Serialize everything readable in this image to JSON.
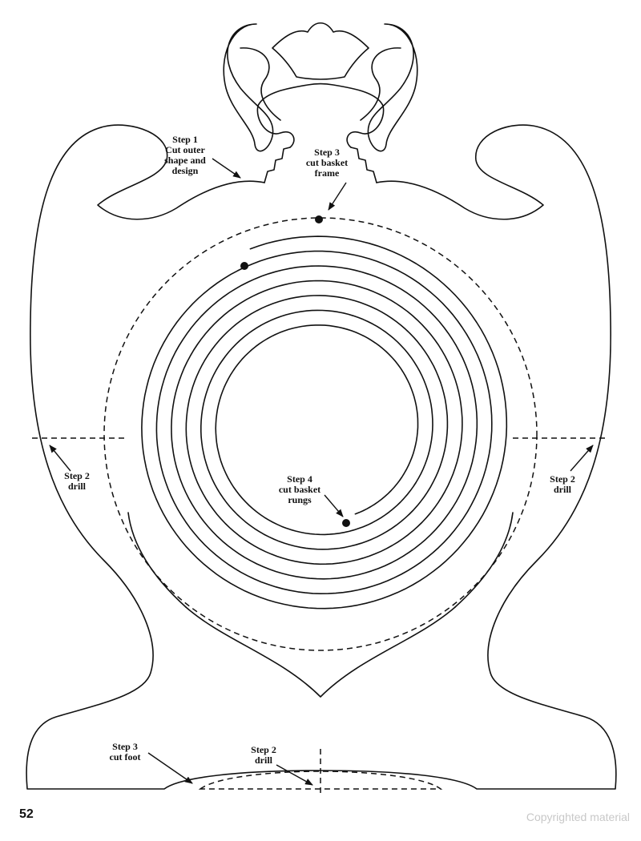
{
  "labels": {
    "step1": "Step 1\nCut outer\nshape and\ndesign",
    "step3_frame": "Step 3\ncut basket\nframe",
    "step2_left": "Step 2\ndrill",
    "step2_right": "Step 2\ndrill",
    "step4": "Step 4\ncut basket\nrungs",
    "step3_foot": "Step 3\ncut foot",
    "step2_bottom": "Step 2\ndrill"
  },
  "page_number": "52",
  "copyright": "Copyrighted material",
  "colors": {
    "line": "#111111",
    "background": "#ffffff",
    "watermark": "#c8c8c8"
  }
}
